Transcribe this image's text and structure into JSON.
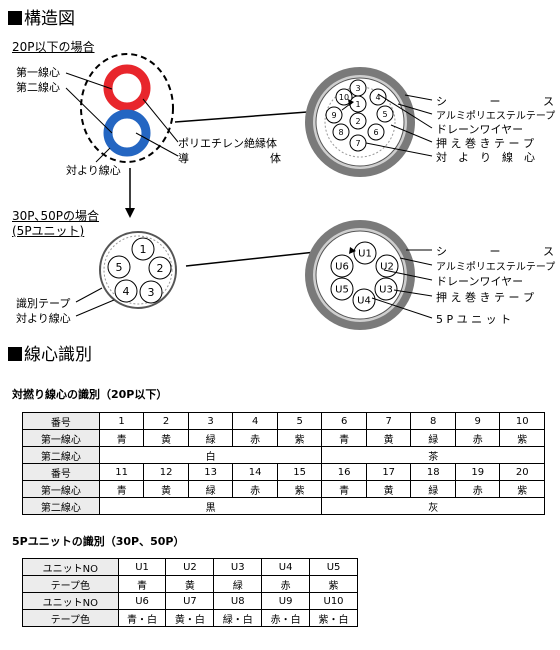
{
  "heading_structure": "構造図",
  "group_20p": {
    "title": "20P以下の場合",
    "label_first": "第一線心",
    "label_second": "第二線心",
    "label_insulator": "ポリエチレン絶縁体",
    "label_conductor_a": "導",
    "label_conductor_b": "体",
    "label_pair": "対より線心",
    "core_numbers": [
      "3",
      "10",
      "4",
      "9",
      "1",
      "5",
      "8",
      "2",
      "6",
      "7"
    ],
    "right_labels": [
      "シ　ー　ス",
      "アルミポリエステルテープ",
      "ドレーンワイヤー",
      "押 え 巻 き テ ー プ",
      "対　よ　り　線　心"
    ]
  },
  "group_30p": {
    "title_line1": "30P､50Pの場合",
    "title_line2": "(5Pユニット)",
    "unit_numbers": [
      "1",
      "5",
      "2",
      "4",
      "3"
    ],
    "label_id_tape": "識別テープ",
    "label_pair": "対より線心",
    "unit_labels": [
      "U1",
      "U6",
      "U2",
      "U5",
      "U3",
      "U4"
    ],
    "right_labels": [
      "シ　ー　ス",
      "アルミポリエステルテープ",
      "ドレーンワイヤー",
      "押 え 巻 き テ ー プ",
      "5 P ユ ニ ッ ト"
    ]
  },
  "heading_identification": "線心識別",
  "table1": {
    "title": "対撚り線心の識別（20P以下）",
    "row_header_number": "番号",
    "row_header_first": "第一線心",
    "row_header_second": "第二線心",
    "numbers_a": [
      "1",
      "2",
      "3",
      "4",
      "5",
      "6",
      "7",
      "8",
      "9",
      "10"
    ],
    "first_a": [
      "青",
      "黄",
      "緑",
      "赤",
      "紫",
      "青",
      "黄",
      "緑",
      "赤",
      "紫"
    ],
    "second_a": [
      "白",
      "茶"
    ],
    "numbers_b": [
      "11",
      "12",
      "13",
      "14",
      "15",
      "16",
      "17",
      "18",
      "19",
      "20"
    ],
    "first_b": [
      "青",
      "黄",
      "緑",
      "赤",
      "紫",
      "青",
      "黄",
      "緑",
      "赤",
      "紫"
    ],
    "second_b": [
      "黒",
      "灰"
    ]
  },
  "table2": {
    "title": "5Pユニットの識別（30P、50P）",
    "row_header_unit": "ユニットNO",
    "row_header_tape": "テープ色",
    "units_a": [
      "U1",
      "U2",
      "U3",
      "U4",
      "U5"
    ],
    "tape_a": [
      "青",
      "黄",
      "緑",
      "赤",
      "紫"
    ],
    "units_b": [
      "U6",
      "U7",
      "U8",
      "U9",
      "U10"
    ],
    "tape_b": [
      "青・白",
      "黄・白",
      "緑・白",
      "赤・白",
      "紫・白"
    ]
  },
  "colors": {
    "red": "#e8262c",
    "blue": "#2466c2",
    "sheath": "#7a7a7a",
    "header_bg": "#ececec"
  }
}
